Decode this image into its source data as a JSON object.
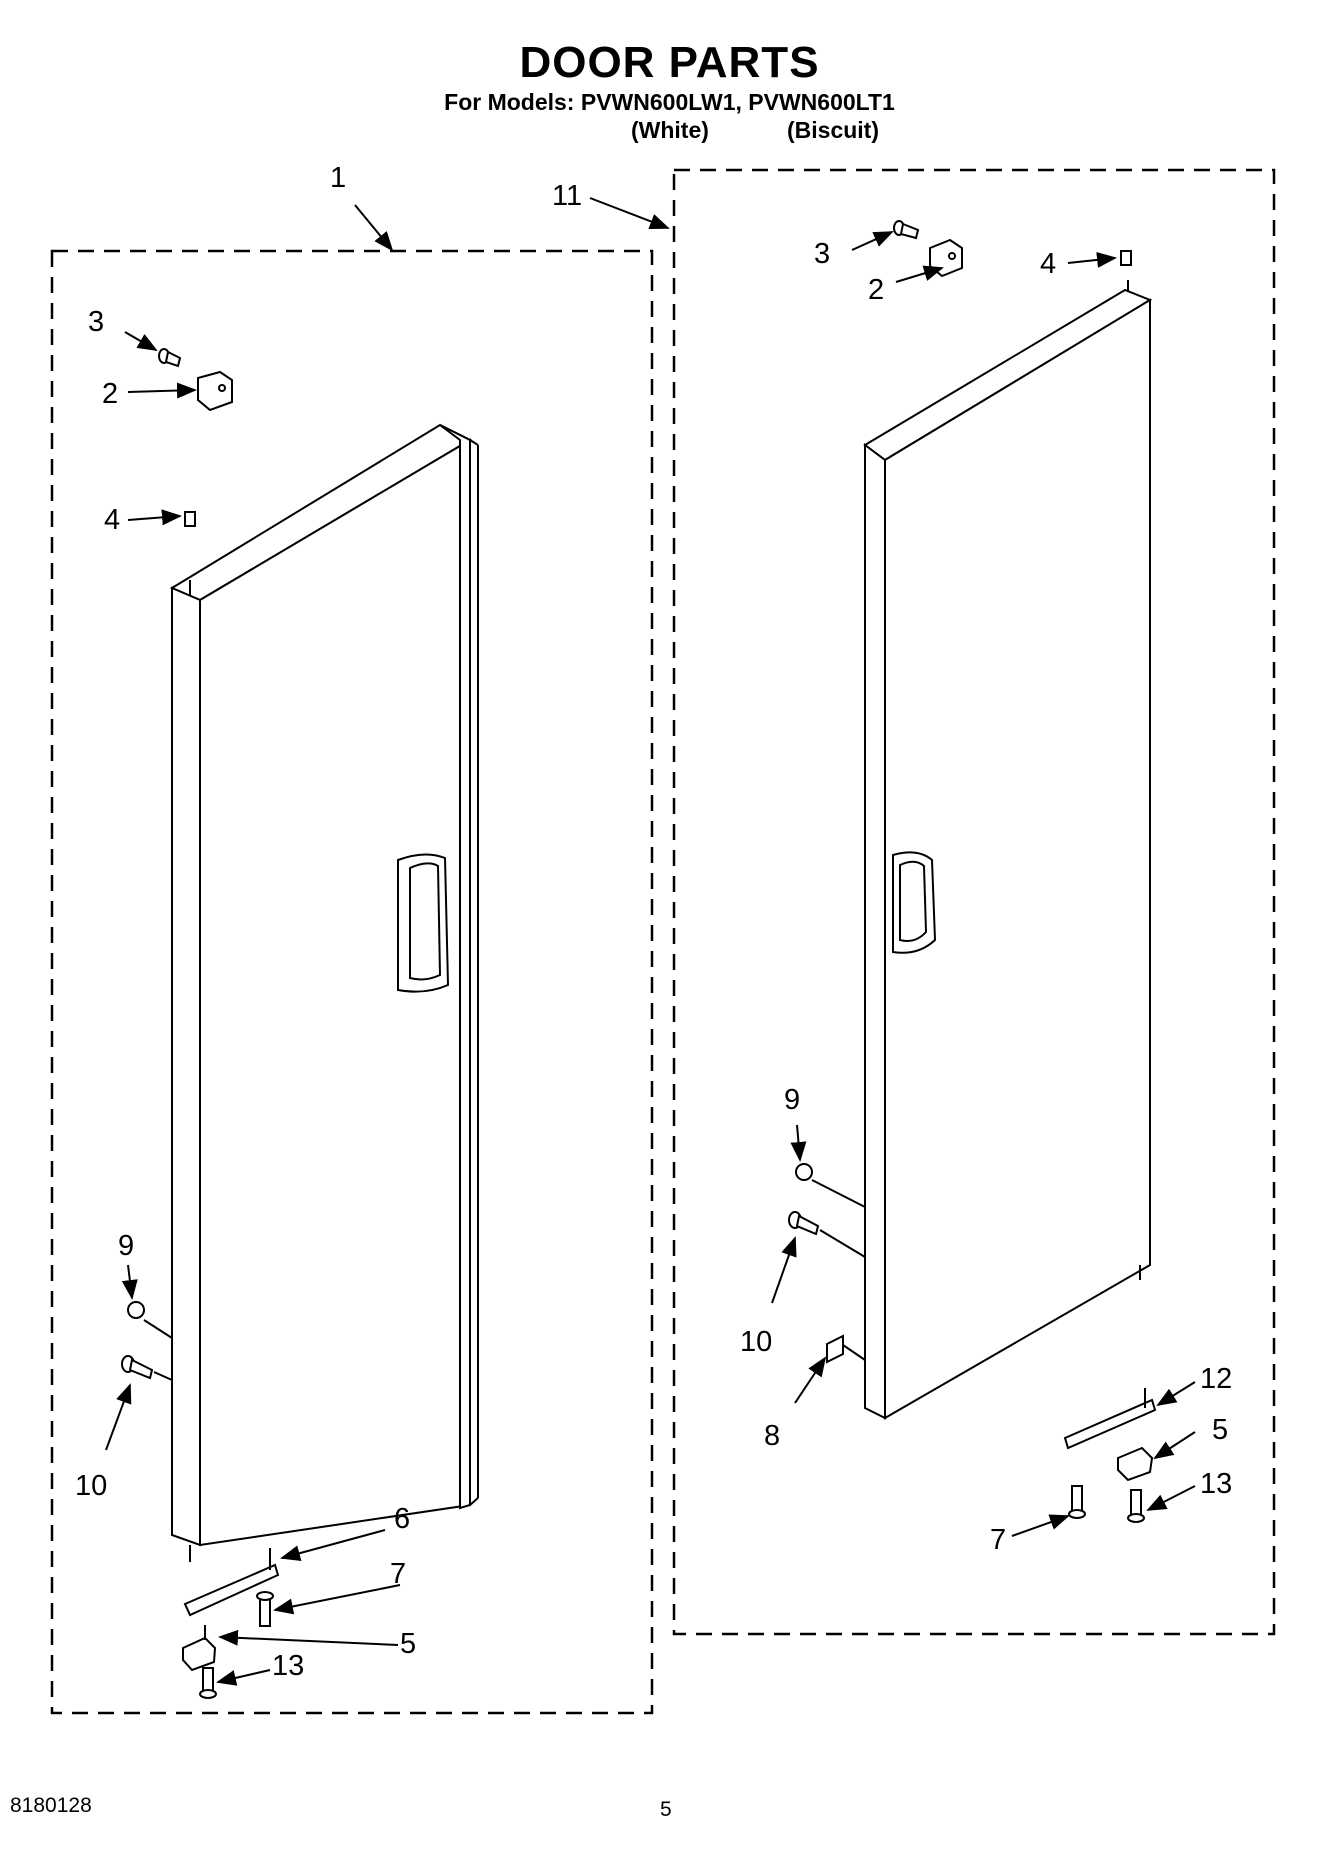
{
  "header": {
    "title": "DOOR PARTS",
    "models_line": "For Models: PVWN600LW1, PVWN600LT1",
    "color_white": "(White)",
    "color_biscuit": "(Biscuit)"
  },
  "footer": {
    "doc_number": "8180128",
    "page_number": "5"
  },
  "left_assembly": {
    "assembly_callout": "1",
    "callouts": [
      "3",
      "2",
      "4",
      "9",
      "10",
      "6",
      "7",
      "5",
      "13"
    ]
  },
  "right_assembly": {
    "assembly_callout": "11",
    "callouts": [
      "3",
      "2",
      "4",
      "9",
      "10",
      "8",
      "12",
      "5",
      "7",
      "13"
    ]
  }
}
